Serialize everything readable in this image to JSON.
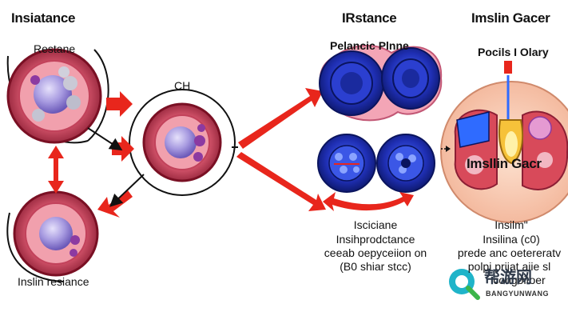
{
  "titles": {
    "left": "Insiatance",
    "middle": "IRstance",
    "right": "Imslin Gacer"
  },
  "labels": {
    "top_left_cell": "Restane",
    "center_cell": "CH",
    "bottom_left_cell": "Inslin resiance",
    "pancreas_panel": "Pelancic Plnne",
    "pituitary": "Pocils I Olary",
    "organ_center": "Imsllin Gacr",
    "right_caption_1": "Insilm\"",
    "right_caption_2": "Insilina (c0)",
    "right_caption_3": "prede anc oetereratv",
    "right_caption_4": "polpi prijat aiie sl",
    "right_caption_5": "congoitoer",
    "middle_caption_1": "Isciciane",
    "middle_caption_2": "Insihprodctance",
    "middle_caption_3": "ceeab oepyceiion on",
    "middle_caption_4": "(B0 shiar stcc)"
  },
  "watermark": {
    "chinese": "帮游网",
    "latin": "BANGYUNWANG"
  },
  "colors": {
    "arrow_red": "#e8261c",
    "membrane_blue": "#1f2fb4",
    "tissue_pink": "#e06a82",
    "nucleus_lavender": "#a79ae0"
  }
}
